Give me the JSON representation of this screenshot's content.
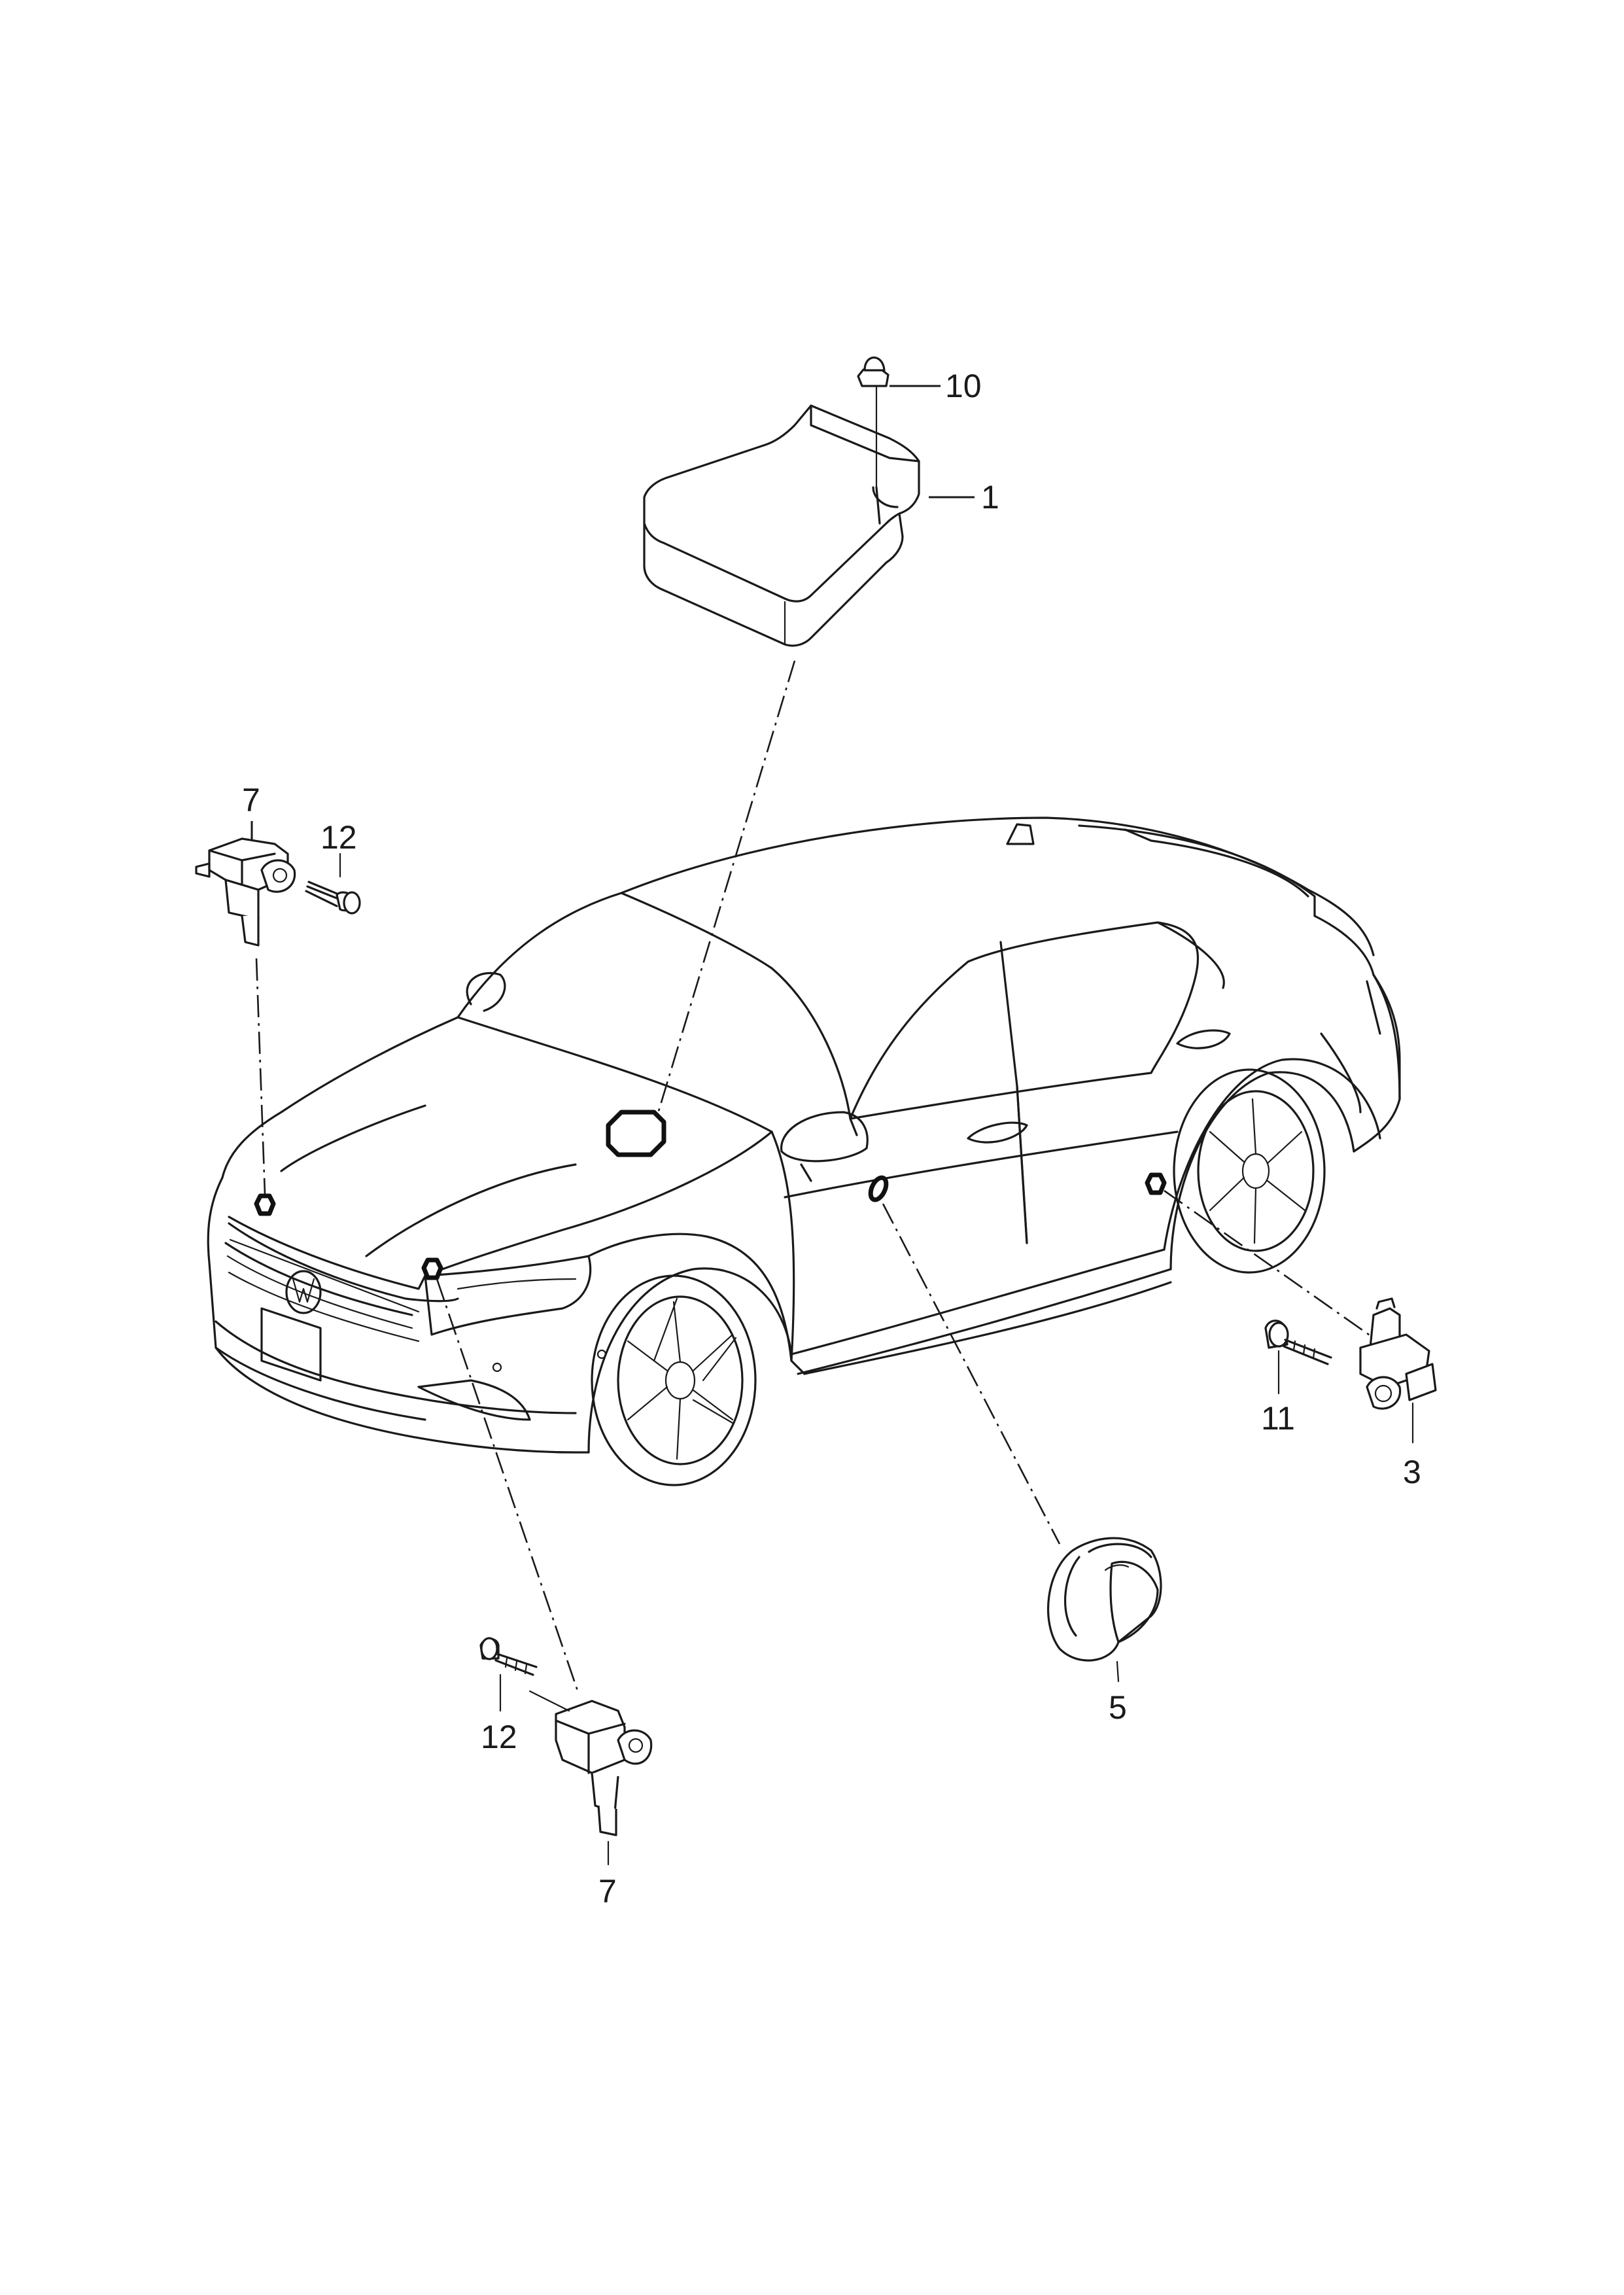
{
  "callouts": {
    "c1": "1",
    "c3": "3",
    "c5": "5",
    "c7_top": "7",
    "c7_bottom": "7",
    "c10": "10",
    "c11": "11",
    "c12_top": "12",
    "c12_bottom": "12"
  },
  "parts": [
    "control-unit",
    "nut",
    "side-crash-sensor",
    "front-crash-sensor",
    "screw",
    "door-pressure-sensor"
  ]
}
